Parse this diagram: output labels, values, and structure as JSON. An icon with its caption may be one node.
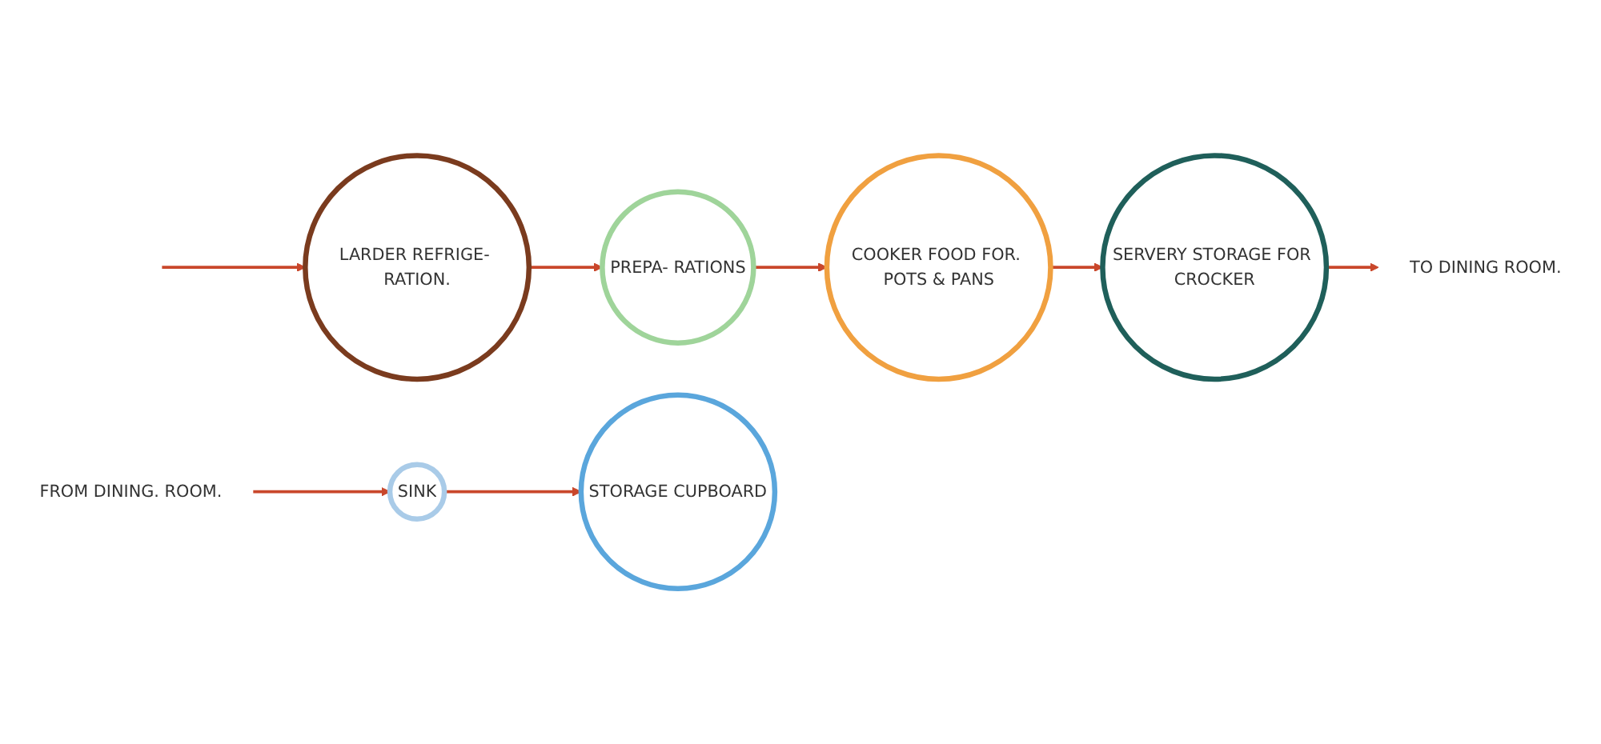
{
  "diagram": {
    "nodes": [
      {
        "text": [
          "PREPA- RATIONS"
        ]
      },
      {
        "text": [
          "COOKER FOOD FOR. POTS & PANS"
        ]
      },
      {
        "text": [
          "SERVERY STORAGE FOR CROCKER"
        ]
      },
      {
        "text": [
          "TO DINING ROOM."
        ]
      },
      {
        "text": [
          "FROM DINING. ROOM."
        ]
      },
      {
        "text": [
          "LARDER REFRIGE- RATION."
        ]
      },
      {
        "text": [
          "STORAGE CUPBOARD"
        ]
      },
      {
        "text": [
          "SINK"
        ]
      }
    ],
    "edges": [
      {
        "from": 0,
        "to": 1,
        "arrow": "to"
      },
      {
        "from": 1,
        "to": 2,
        "arrow": "to"
      },
      {
        "from": 2,
        "to": 3,
        "arrow": "to"
      },
      {
        "from": 4,
        "to": 7,
        "arrow": "to"
      },
      {
        "from": 7,
        "to": 6,
        "arrow": "to"
      },
      {
        "from": 5,
        "to": 0,
        "arrow": "to"
      },
      {
        "from": null,
        "to": 5,
        "arrow": "to"
      }
    ]
  }
}
